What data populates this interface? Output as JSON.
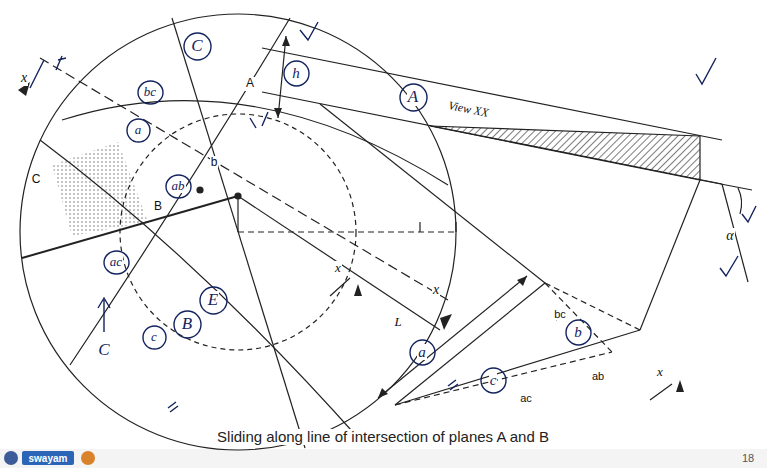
{
  "diagram": {
    "caption": "Sliding along line of intersection of planes A and B",
    "nodes": [
      {
        "text": [
          "C"
        ]
      },
      {
        "text": [
          "A"
        ]
      },
      {
        "text": [
          "bc"
        ]
      },
      {
        "text": [
          "a"
        ]
      },
      {
        "text": [
          "ab"
        ]
      },
      {
        "text": [
          "ac"
        ]
      },
      {
        "text": [
          "c"
        ]
      },
      {
        "text": [
          "E"
        ]
      },
      {
        "text": [
          "B"
        ]
      },
      {
        "text": [
          "h"
        ]
      },
      {
        "text": [
          "a"
        ]
      },
      {
        "text": [
          "b"
        ]
      },
      {
        "text": [
          "c"
        ]
      }
    ],
    "labels": [
      "x",
      "x",
      "A",
      "B",
      "C",
      "b",
      "C",
      "View XX",
      "α",
      "x",
      "x",
      "L",
      "bc",
      "ab",
      "ac",
      "swayam",
      "18"
    ]
  }
}
